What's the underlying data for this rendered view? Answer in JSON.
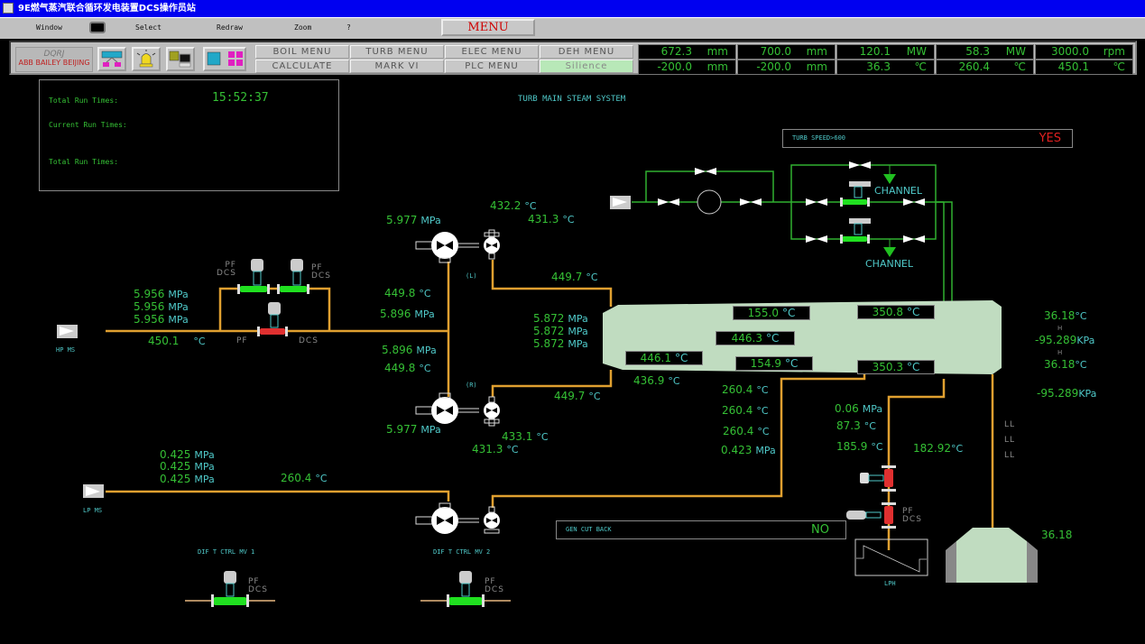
{
  "window": {
    "title": "9E燃气蒸汽联合循环发电装置DCS操作员站"
  },
  "menubar": {
    "window": "Window",
    "select": "Select",
    "redraw": "Redraw",
    "zoom": "Zoom",
    "help": "?",
    "menu": "MENU"
  },
  "toolbar": {
    "logo_line1": "DQRJ",
    "logo_line2": "ABB BAILEY BEIJING",
    "icons": [
      "overview-icon",
      "alarm-bell-icon",
      "workstation-icon",
      "display-grid-icon"
    ],
    "nav": [
      {
        "label": "BOIL MENU"
      },
      {
        "label": "TURB MENU"
      },
      {
        "label": "ELEC MENU"
      },
      {
        "label": "DEH MENU"
      },
      {
        "label": "CALCULATE"
      },
      {
        "label": "MARK VI"
      },
      {
        "label": "PLC MENU"
      },
      {
        "label": "Silience"
      }
    ]
  },
  "readouts": [
    {
      "value": "672.3",
      "unit": "mm"
    },
    {
      "value": "700.0",
      "unit": "mm"
    },
    {
      "value": "120.1",
      "unit": "MW"
    },
    {
      "value": "58.3",
      "unit": "MW"
    },
    {
      "value": "3000.0",
      "unit": "rpm"
    },
    {
      "value": "-200.0",
      "unit": "mm"
    },
    {
      "value": "-200.0",
      "unit": "mm"
    },
    {
      "value": "36.3",
      "unit": "℃"
    },
    {
      "value": "260.4",
      "unit": "℃"
    },
    {
      "value": "450.1",
      "unit": "℃"
    }
  ],
  "runtime": {
    "total_label": "Total Run Times:",
    "total_value": "15:52:37",
    "current_label": "Current Run Times:",
    "total2_label": "Total Run Times:"
  },
  "diagram": {
    "title": "TURB MAIN STEAM SYSTEM",
    "turb_speed": {
      "label": "TURB SPEED>600",
      "value": "YES",
      "value_color": "#e02020"
    },
    "gen_cut_back": {
      "label": "GEN CUT BACK",
      "value": "NO"
    },
    "channel_top": "CHANNEL",
    "channel_bottom": "CHANNEL",
    "hp_ms": "HP MS",
    "lp_ms": "LP MS",
    "lph": "LPH",
    "valve_l": "(L)",
    "valve_r": "(R)",
    "mv1": "DIF T CTRL MV 1",
    "mv2": "DIF T CTRL MV 2",
    "pf": "PF",
    "dcs": "DCS",
    "ll": "LL",
    "h": "H",
    "hp_pressures": [
      {
        "v": "5.956",
        "u": "MPa"
      },
      {
        "v": "5.956",
        "u": "MPa"
      },
      {
        "v": "5.956",
        "u": "MPa"
      }
    ],
    "hp_temp": {
      "v": "450.1",
      "u": "°C"
    },
    "lp_pressures": [
      {
        "v": "0.425",
        "u": "MPa"
      },
      {
        "v": "0.425",
        "u": "MPa"
      },
      {
        "v": "0.425",
        "u": "MPa"
      }
    ],
    "lp_temp": {
      "v": "260.4",
      "u": "°C"
    },
    "mid_upper_temp": {
      "v": "449.8",
      "u": "°C"
    },
    "mid_upper_press": {
      "v": "5.896",
      "u": "MPa"
    },
    "mid_lower_press": {
      "v": "5.896",
      "u": "MPa"
    },
    "mid_lower_temp": {
      "v": "449.8",
      "u": "°C"
    },
    "l_press": {
      "v": "5.977",
      "u": "MPa"
    },
    "l_temp1": {
      "v": "432.2",
      "u": "°C"
    },
    "l_temp2": {
      "v": "431.3",
      "u": "°C"
    },
    "l_out_temp": {
      "v": "449.7",
      "u": "°C"
    },
    "r_press": {
      "v": "5.977",
      "u": "MPa"
    },
    "r_temp1": {
      "v": "433.1",
      "u": "°C"
    },
    "r_temp2": {
      "v": "431.3",
      "u": "°C"
    },
    "r_out_temp": {
      "v": "449.7",
      "u": "°C"
    },
    "inlet_pressures": [
      {
        "v": "5.872",
        "u": "MPa"
      },
      {
        "v": "5.872",
        "u": "MPa"
      },
      {
        "v": "5.872",
        "u": "MPa"
      }
    ],
    "turbine_boxes": [
      {
        "v": "155.0",
        "u": "°C"
      },
      {
        "v": "350.8",
        "u": "°C"
      },
      {
        "v": "446.3",
        "u": "°C"
      },
      {
        "v": "446.1",
        "u": "°C"
      },
      {
        "v": "154.9",
        "u": "°C"
      },
      {
        "v": "350.3",
        "u": "°C"
      }
    ],
    "below_temp": {
      "v": "436.9",
      "u": "°C"
    },
    "lp_stack": [
      {
        "v": "260.4",
        "u": "°C"
      },
      {
        "v": "260.4",
        "u": "°C"
      },
      {
        "v": "260.4",
        "u": "°C"
      },
      {
        "v": "0.423",
        "u": "MPa"
      }
    ],
    "ext_press": {
      "v": "0.06",
      "u": "MPa"
    },
    "ext_temp1": {
      "v": "87.3",
      "u": "°C"
    },
    "ext_temp2": {
      "v": "185.9",
      "u": "°C"
    },
    "ext_temp3": {
      "v": "182.92",
      "u": "°C"
    },
    "cond_temp1": {
      "v": "36.18",
      "u": "°C"
    },
    "cond_vac1": {
      "v": "-95.289",
      "u": "KPa"
    },
    "cond_temp2": {
      "v": "36.18",
      "u": "°C"
    },
    "cond_vac2": {
      "v": "-95.289",
      "u": "KPa"
    },
    "hotwell": "36.18"
  }
}
